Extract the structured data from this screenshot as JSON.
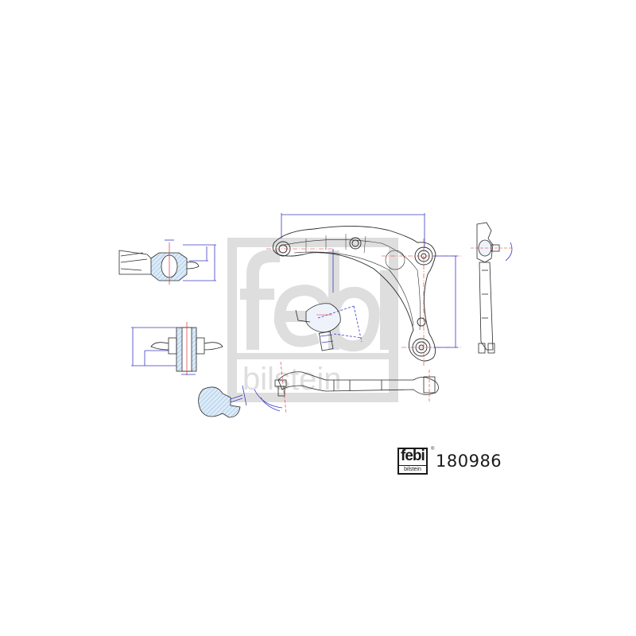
{
  "watermark": {
    "brand_top": "febi",
    "brand_bottom": "bilstein",
    "color": "#c8c8c8"
  },
  "product": {
    "brand_logo_top": "febi",
    "brand_logo_bottom": "bilstein",
    "registered_mark": "®",
    "part_number": "180986"
  },
  "drawing": {
    "subject": "control arm / track control arm technical drawing",
    "views": [
      "bushing-section-view-top-left",
      "bushing-section-view-mid-left",
      "bushing-cut-detail-bottom-left",
      "control-arm-top-view",
      "ball-joint-detail",
      "control-arm-side-view",
      "control-arm-end-view"
    ],
    "colors": {
      "outline": "#2a2a2a",
      "dimension": "#3a3ac8",
      "centerline": "#e03030",
      "hatch": "#bcd6f0"
    }
  }
}
